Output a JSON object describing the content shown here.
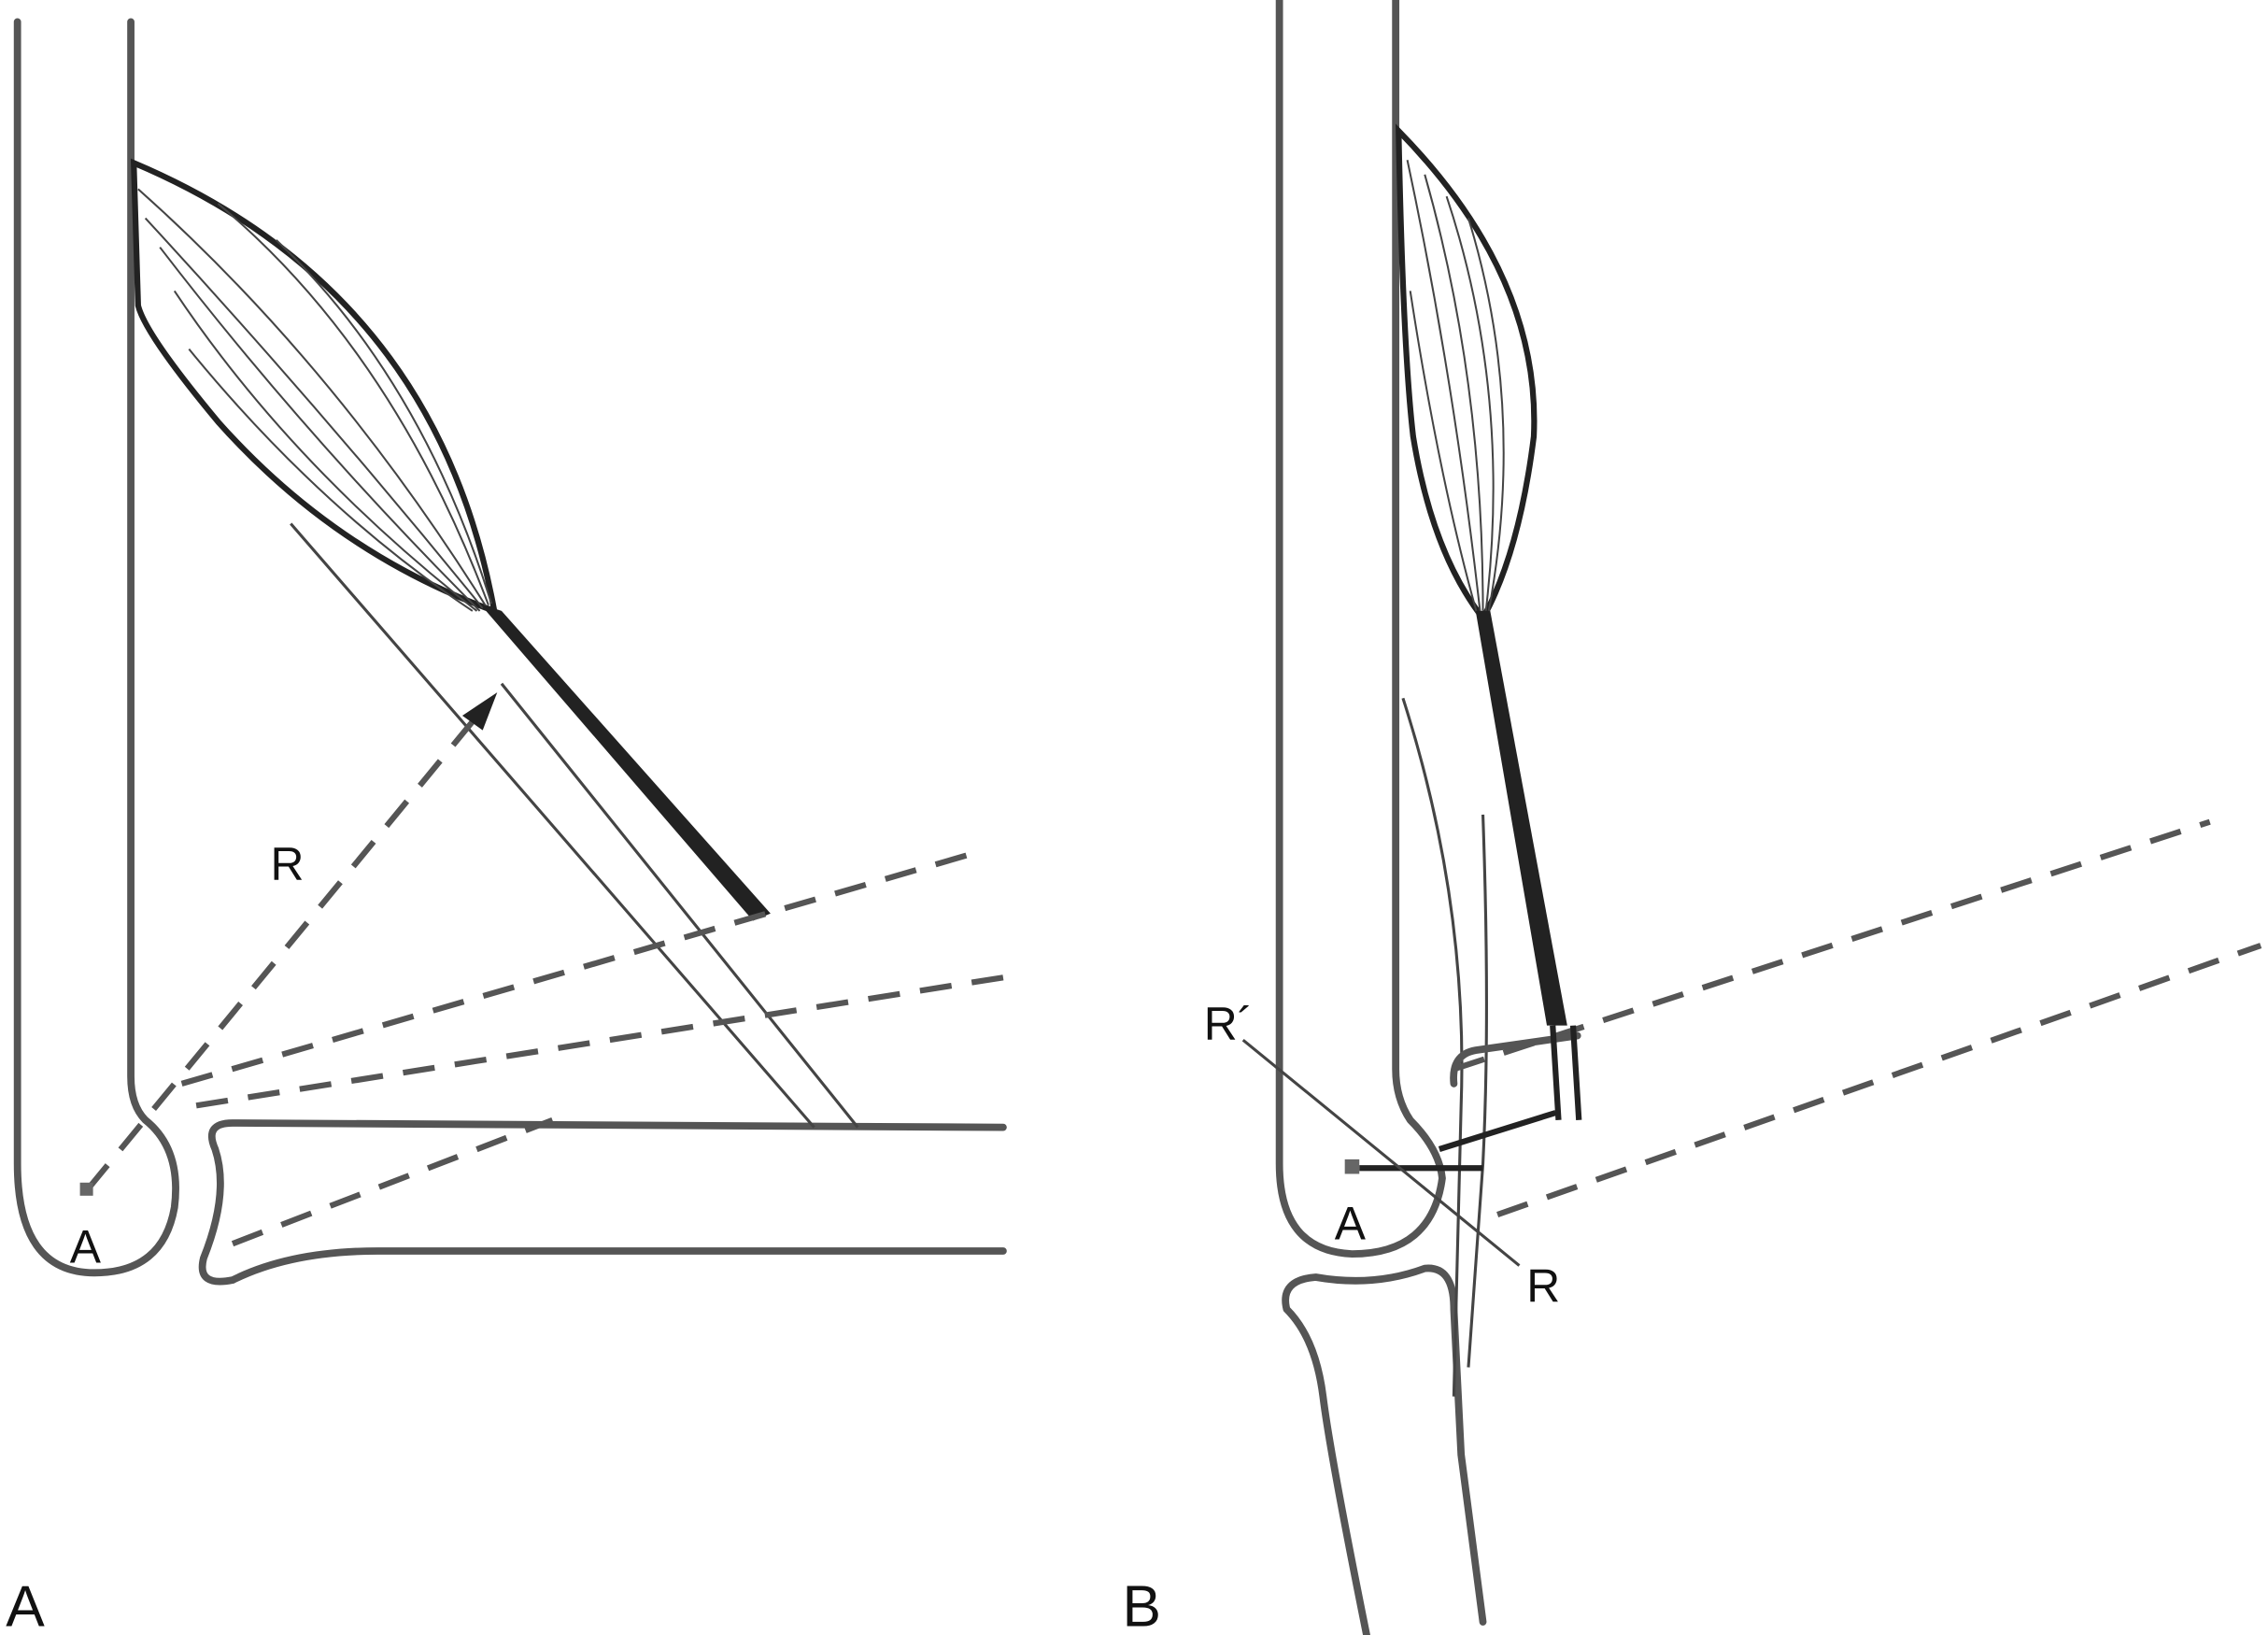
{
  "panels": [
    {
      "label": "A",
      "labels": {
        "axis": "A",
        "lever": "R"
      }
    },
    {
      "label": "B",
      "labels": {
        "axis": "A",
        "lever": "R",
        "lever_prime": "R´"
      }
    }
  ]
}
